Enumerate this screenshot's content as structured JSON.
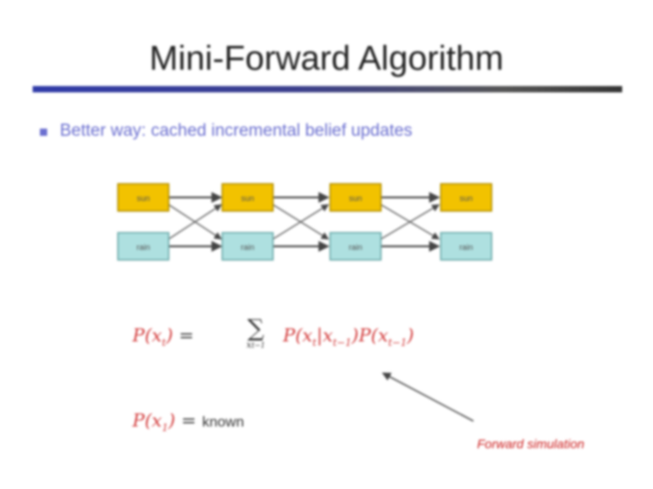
{
  "slide": {
    "title": "Mini-Forward Algorithm",
    "bullet": "Better way: cached incremental belief updates",
    "lattice": {
      "top_nodes": [
        "sun",
        "sun",
        "sun",
        "sun"
      ],
      "bottom_nodes": [
        "rain",
        "rain",
        "rain",
        "rain"
      ],
      "top_color": "#f2c200",
      "bottom_color": "#aee0e0"
    },
    "formula_recursive": {
      "lhs": "P(x",
      "lhs_sub": "t",
      "lhs_close": ")",
      "equals": "=",
      "sum_sign": "∑",
      "sum_index": "x",
      "sum_index_sub": "t−1",
      "rhs_1": "P(x",
      "rhs_1_sub": "t",
      "rhs_1_mid": "|x",
      "rhs_1_sub2": "t−1",
      "rhs_1_close": ")",
      "rhs_2": "P(x",
      "rhs_2_sub": "t−1",
      "rhs_2_close": ")"
    },
    "formula_init": {
      "lhs": "P(x",
      "lhs_sub": "1",
      "lhs_close": ")",
      "equals": "=",
      "value": "known"
    },
    "annotation": "Forward simulation",
    "colors": {
      "accent": "#6b6fd0",
      "formula": "#d23a3a",
      "annotation": "#cc2020"
    }
  }
}
